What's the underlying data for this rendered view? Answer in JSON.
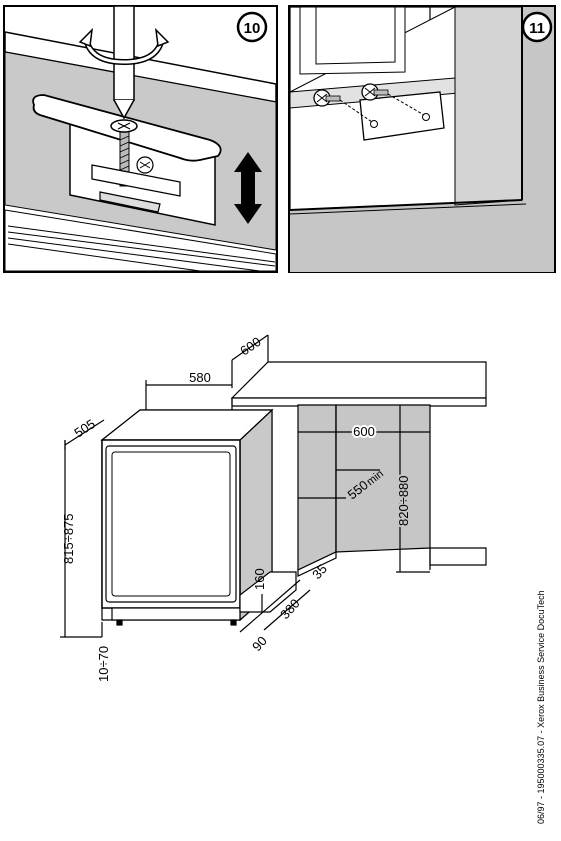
{
  "panels": [
    {
      "number": "10"
    },
    {
      "number": "11"
    }
  ],
  "dimensions": {
    "top_depth": "600",
    "top_width": "580",
    "side_depth": "505",
    "niche_width": "600",
    "niche_depth": "550",
    "niche_depth_suffix": "min",
    "niche_height": "820÷880",
    "appliance_height": "815÷875",
    "plinth_gap": "160",
    "plinth_offset": "35",
    "plinth_depth": "380",
    "plinth_front": "90",
    "foot_height": "10÷70"
  },
  "footer": "06/97 - 195000335.07 - Xerox Business Service DocuTech"
}
